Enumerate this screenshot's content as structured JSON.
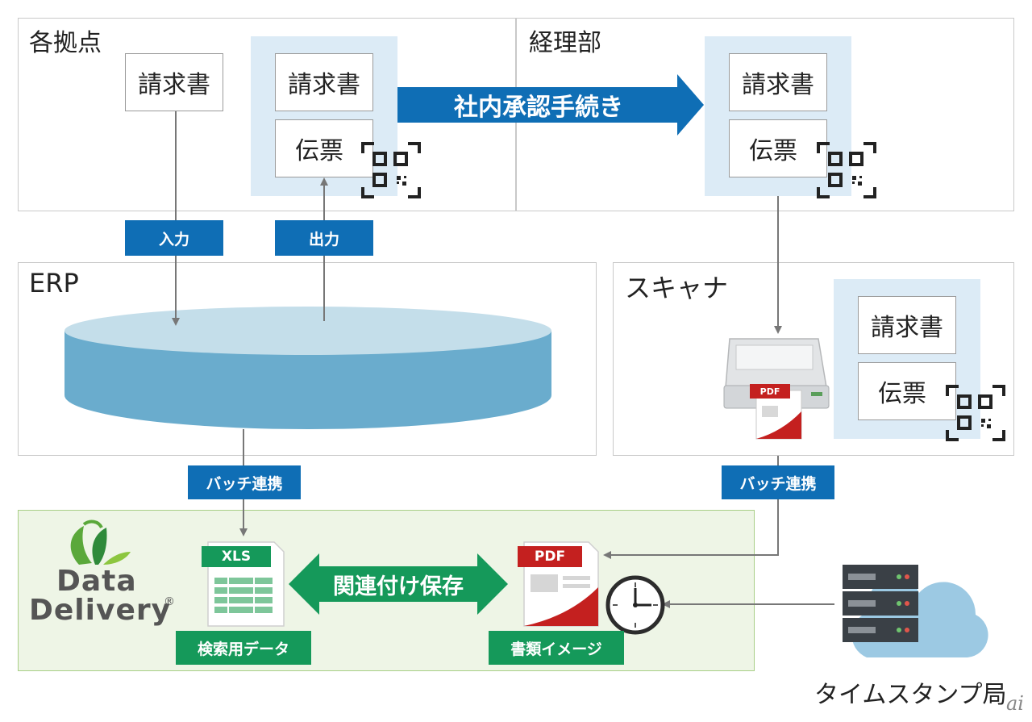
{
  "panels": {
    "branches": {
      "title": "各拠点"
    },
    "accounting": {
      "title": "経理部"
    },
    "erp": {
      "title": "ERP"
    },
    "scanner": {
      "title": "スキャナ"
    }
  },
  "documents": {
    "invoice": "請求書",
    "voucher": "伝票"
  },
  "labels": {
    "approval": "社内承認手続き",
    "input": "入力",
    "output": "出力",
    "batch_left": "バッチ連携",
    "batch_right": "バッチ連携",
    "link_save": "関連付け保存",
    "search_data": "検索用データ",
    "document_image": "書類イメージ",
    "timestamp_authority": "タイムスタンプ局"
  },
  "file_badges": {
    "xls": "XLS",
    "pdf": "PDF",
    "scanner_pdf": "PDF"
  },
  "brand": {
    "line1": "Data",
    "line2": "Delivery",
    "reg": "®"
  },
  "watermark": "ai",
  "colors": {
    "blue_accent": "#0f6eb5",
    "green_accent": "#15995a",
    "light_blue_bg": "#dcebf6",
    "erp_cylinder": "#6aaccd",
    "dd_panel_bg": "#eef5e6",
    "dd_panel_border": "#a9cf87"
  },
  "icons": [
    "qr-code-icon",
    "scanner-icon",
    "pdf-file-icon",
    "xls-file-icon",
    "clock-icon",
    "server-icon",
    "cloud-icon",
    "data-delivery-logo-icon"
  ]
}
